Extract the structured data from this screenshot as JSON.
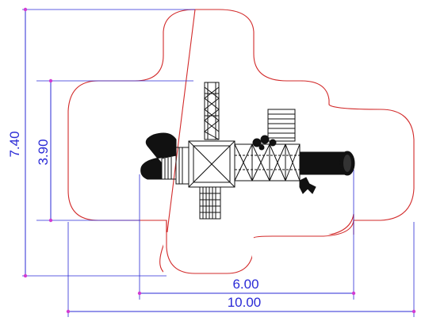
{
  "dimensions": {
    "overall_height": "7.40",
    "structure_height": "3.90",
    "structure_width": "6.00",
    "overall_width": "10.00"
  },
  "colors": {
    "dimension": "#2a2ad6",
    "safety_zone": "#d22a2a",
    "tick": "#d23bd2",
    "structure": "#111111"
  }
}
